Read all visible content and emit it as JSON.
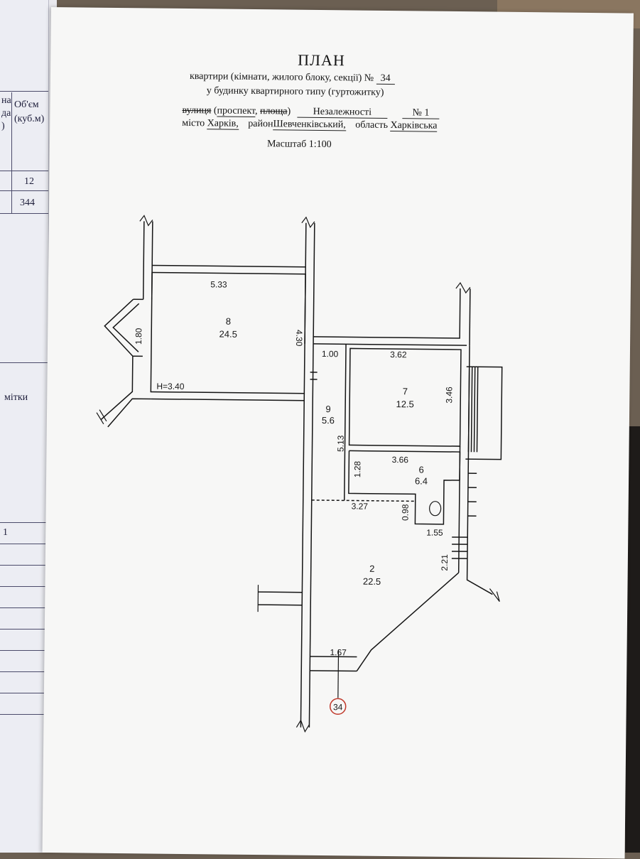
{
  "header": {
    "title": "ПЛАН",
    "line1_prefix": "квартири (кімнати, жилого блоку, секції) №",
    "apartment_no": "34",
    "line2": "у будинку квартирного типу (гуртожитку)",
    "street_word": "вулиця",
    "street_alt_open": "(",
    "prospect": "проспект",
    "comma": ", ",
    "square": "площа",
    "street_alt_close": ")",
    "street_name": "Незалежності",
    "house_no": "№ 1",
    "city_label": "місто",
    "city": "Харків,",
    "district_label": "район",
    "district": "Шевченківський,",
    "region_label": "область",
    "region": "Харківська",
    "scale": "Масштаб 1:100"
  },
  "left_page": {
    "col1": [
      "на",
      "да",
      ")"
    ],
    "col2": [
      "Об'єм",
      "(куб.м)"
    ],
    "row_a": "12",
    "row_b": "344",
    "note": "мітки",
    "idx": "1"
  },
  "plan": {
    "rooms": [
      {
        "no": "8",
        "area": "24.5"
      },
      {
        "no": "7",
        "area": "12.5"
      },
      {
        "no": "9",
        "area": "5.6"
      },
      {
        "no": "6",
        "area": "6.4"
      },
      {
        "no": "2",
        "area": "22.5"
      }
    ],
    "dims": [
      "5.33",
      "1.80",
      "4.30",
      "H=3.40",
      "1.00",
      "3.62",
      "3.46",
      "5.13",
      "1.28",
      "3.66",
      "3.27",
      "0.98",
      "1.55",
      "2.21",
      "1.67"
    ],
    "apartment_marker": "34",
    "marker_color": "#c0392b"
  }
}
